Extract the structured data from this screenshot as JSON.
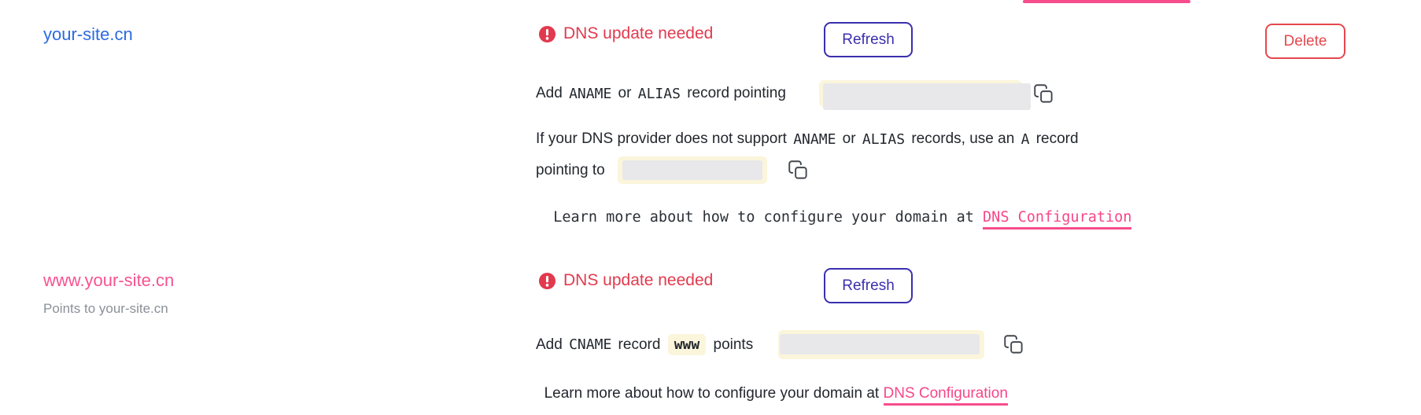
{
  "colors": {
    "link_blue": "#2c6be0",
    "link_pink": "#f74d8c",
    "status_red": "#e13a4e",
    "delete_red": "#e5484d",
    "refresh_indigo": "#3a2fae",
    "code_highlight_yellow": "#fbf5dc",
    "redacted_grey": "#e8e8ea"
  },
  "rows": [
    {
      "domain": "your-site.cn",
      "status": "DNS update needed",
      "refresh_label": "Refresh",
      "delete_label": "Delete",
      "line_aname": {
        "t1": "Add ",
        "c1": "ANAME",
        "t2": " or ",
        "c2": "ALIAS",
        "t3": " record pointing"
      },
      "para_l1": {
        "t1": "If your DNS provider does not support ",
        "c1": "ANAME",
        "t2": " or ",
        "c2": "ALIAS",
        "t3": " records, use an ",
        "c3": "A",
        "t4": " record"
      },
      "para_l2": {
        "t1": "pointing to"
      },
      "learn": {
        "text": "Learn more about how to configure your domain at ",
        "link": "DNS Configuration"
      }
    },
    {
      "domain": "www.your-site.cn",
      "note": "Points to your-site.cn",
      "status": "DNS update needed",
      "refresh_label": "Refresh",
      "line_cname": {
        "t1": "Add ",
        "c1": "CNAME",
        "t2": " record ",
        "hl": "www",
        "t3": " points"
      },
      "learn": {
        "text": "Learn more about how to configure your domain at ",
        "link": "DNS Configuration"
      }
    }
  ]
}
